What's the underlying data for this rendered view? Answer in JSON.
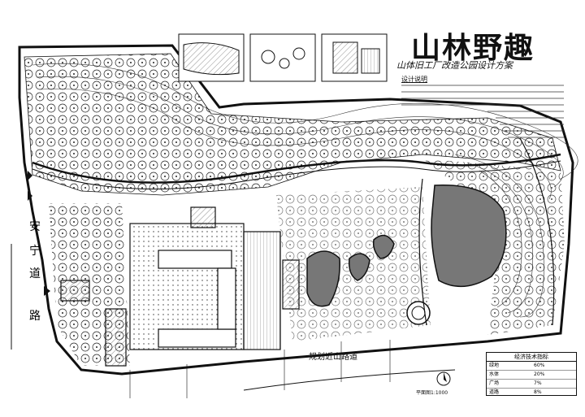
{
  "title": "山林野趣",
  "subtitle": "山体旧工厂改造公园设计方案",
  "description_heading": "设计说明",
  "road_label": "规划近山路道",
  "side_road_chars": [
    "安",
    "宁",
    "道",
    "路"
  ],
  "scale_label": "平面图1:1000",
  "legend": {
    "header": "经济技术指标",
    "rows": [
      {
        "name": "绿地",
        "value": "60%"
      },
      {
        "name": "水体",
        "value": "20%"
      },
      {
        "name": "广场",
        "value": "7%"
      },
      {
        "name": "道路",
        "value": "8%"
      }
    ]
  }
}
